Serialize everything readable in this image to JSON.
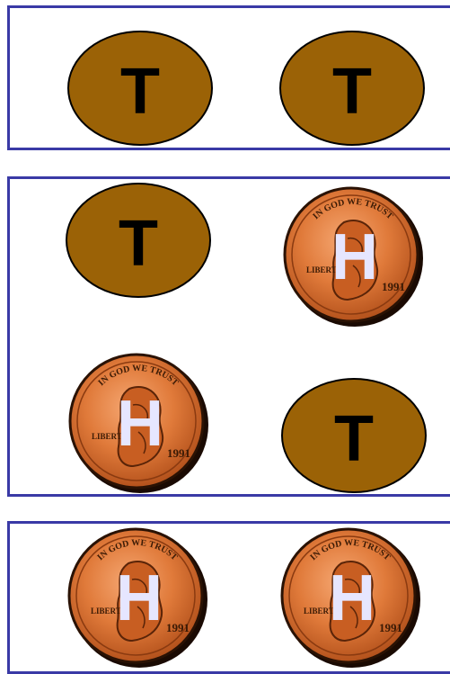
{
  "colors": {
    "panel_border": "#3a3aa6",
    "tails_fill": "#9b6206",
    "heads_letter": "#e6e6ff",
    "penny_copper": "#e07a3a"
  },
  "outcomes": [
    {
      "coins": [
        {
          "side": "tails",
          "letter": "T"
        },
        {
          "side": "tails",
          "letter": "T"
        }
      ]
    },
    {
      "coins": [
        {
          "side": "tails",
          "letter": "T"
        },
        {
          "side": "heads",
          "letter": "H"
        },
        {
          "side": "heads",
          "letter": "H"
        },
        {
          "side": "tails",
          "letter": "T"
        }
      ]
    },
    {
      "coins": [
        {
          "side": "heads",
          "letter": "H"
        },
        {
          "side": "heads",
          "letter": "H"
        }
      ]
    }
  ],
  "penny": {
    "motto": "IN GOD WE TRUST",
    "liberty": "LIBERTY",
    "year": "1991"
  }
}
